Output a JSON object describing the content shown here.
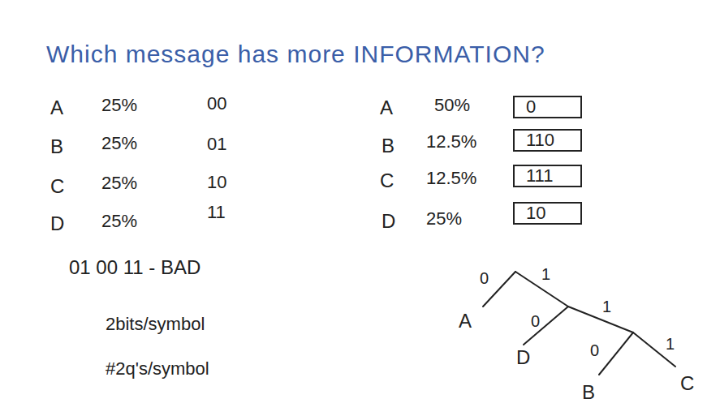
{
  "diagram": {
    "title": "Which message has more INFORMATION?",
    "nodes": [
      {
        "text": [
          "0"
        ]
      },
      {
        "text": [
          "110"
        ]
      },
      {
        "text": [
          "111"
        ]
      },
      {
        "text": [
          "10"
        ]
      }
    ],
    "labels": [
      "A",
      "25%",
      "00",
      "B",
      "25%",
      "01",
      "C",
      "25%",
      "10",
      "D",
      "25%",
      "11",
      "01 00 11 - BAD",
      "2bits/symbol",
      "#2q's/symbol",
      "A",
      "50%",
      "B",
      "12.5%",
      "C",
      "12.5%",
      "D",
      "25%",
      "0",
      "1",
      "A",
      "0",
      "1",
      "D",
      "0",
      "1",
      "B",
      "C"
    ]
  }
}
